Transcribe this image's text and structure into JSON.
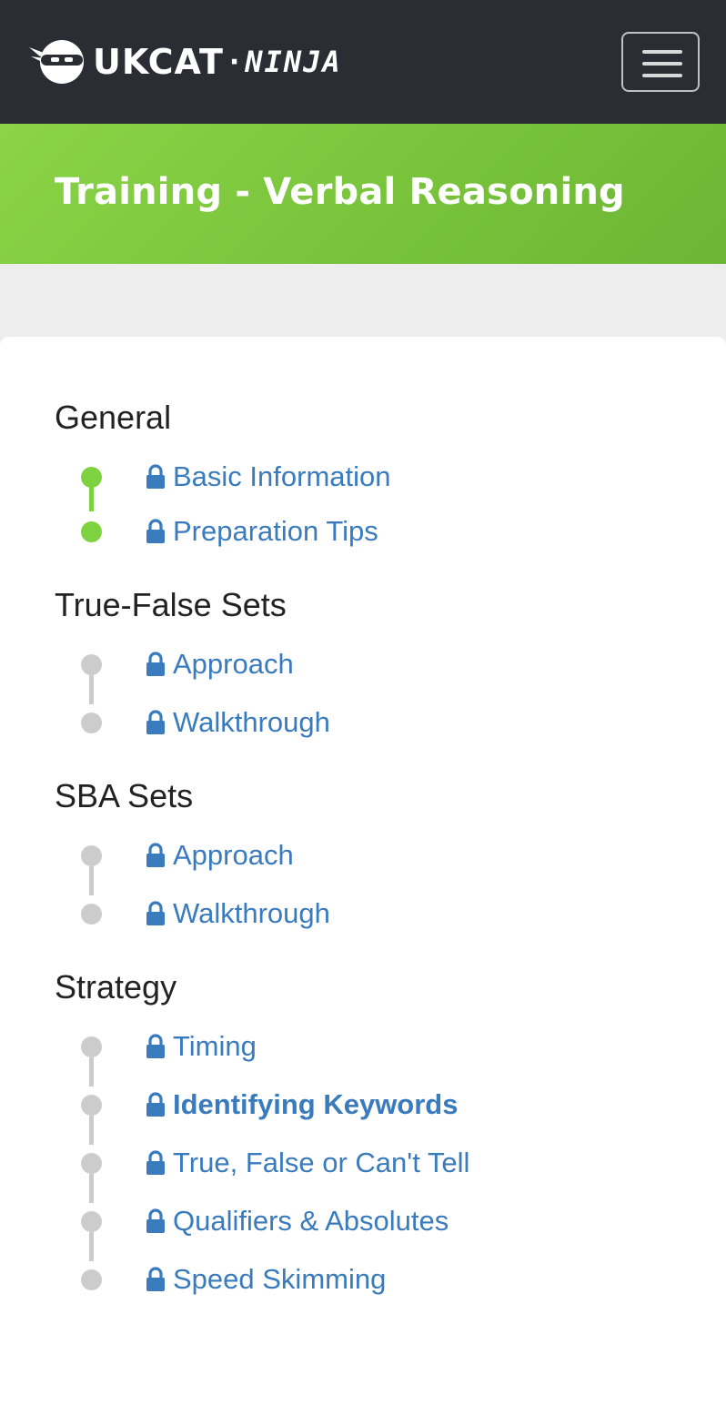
{
  "navbar": {
    "brand_primary": "UKCAT",
    "brand_separator": "·",
    "brand_secondary": "NINJA",
    "menu_toggle_label": "Toggle navigation"
  },
  "header": {
    "title": "Training - Verbal Reasoning"
  },
  "colors": {
    "navbar_bg": "#2b2d35",
    "header_green": "#7ec63e",
    "completed_dot": "#7ed13f",
    "pending_dot": "#cccccc",
    "link_blue": "#3a7bbd"
  },
  "sections": [
    {
      "title": "General",
      "status": "completed",
      "items": [
        {
          "label": "Basic Information",
          "icon": "lock-icon"
        },
        {
          "label": "Preparation Tips",
          "icon": "lock-icon"
        }
      ]
    },
    {
      "title": "True-False Sets",
      "status": "pending",
      "items": [
        {
          "label": "Approach",
          "icon": "lock-icon"
        },
        {
          "label": "Walkthrough",
          "icon": "lock-icon"
        }
      ]
    },
    {
      "title": "SBA Sets",
      "status": "pending",
      "items": [
        {
          "label": "Approach",
          "icon": "lock-icon"
        },
        {
          "label": "Walkthrough",
          "icon": "lock-icon"
        }
      ]
    },
    {
      "title": "Strategy",
      "status": "pending",
      "items": [
        {
          "label": "Timing",
          "icon": "lock-icon"
        },
        {
          "label": "Identifying Keywords",
          "icon": "lock-icon",
          "active": true
        },
        {
          "label": "True, False or Can't Tell",
          "icon": "lock-icon"
        },
        {
          "label": "Qualifiers & Absolutes",
          "icon": "lock-icon"
        },
        {
          "label": "Speed Skimming",
          "icon": "lock-icon"
        }
      ]
    }
  ]
}
